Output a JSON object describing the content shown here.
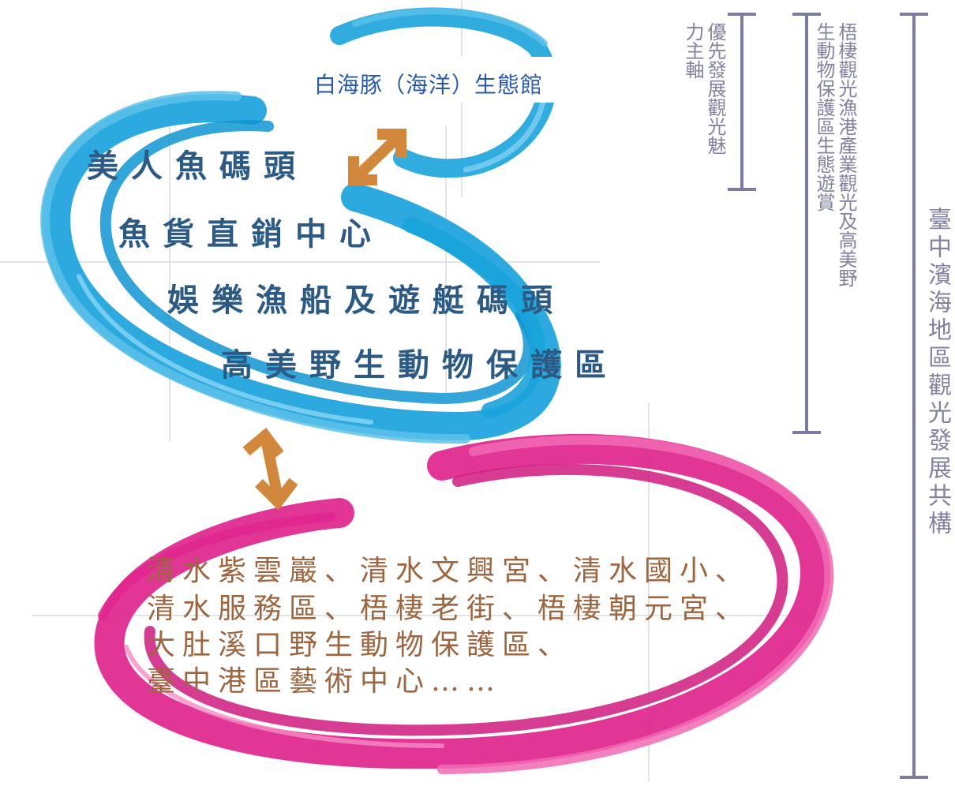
{
  "diagram": {
    "top_label": "白海豚（海洋）生態館",
    "blue_items": [
      "美人魚碼頭",
      "魚貨直銷中心",
      "娛樂漁船及遊艇碼頭",
      "高美野生動物保護區"
    ],
    "pink_items": [
      "清水紫雲巖、清水文興宮、清水國小、",
      "清水服務區、梧棲老街、梧棲朝元宮、",
      "大肚溪口野生動物保護區、",
      "臺中港區藝術中心……"
    ],
    "bracket_1": "優先發展觀光魅力主軸",
    "bracket_2": "梧棲觀光漁港產業觀光及高美野生動物保護區生態遊賞",
    "bracket_3": "臺中濱海地區觀光發展共構"
  },
  "colors": {
    "blue_stroke": "#1aa3dc",
    "pink_stroke": "#e0258e",
    "arrow": "#d2883c",
    "bracket": "#7c7ca0"
  }
}
